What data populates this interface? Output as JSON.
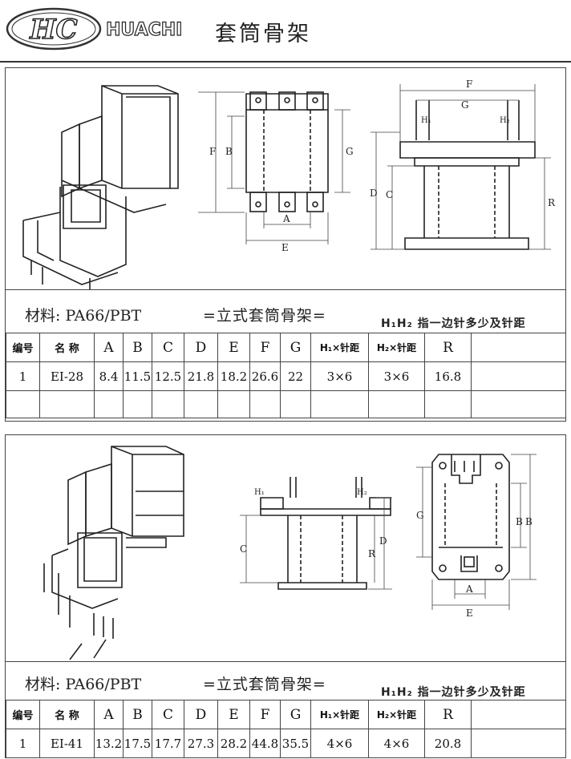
{
  "header": {
    "logo_text": "HC",
    "brand": "HUACHI",
    "title": "套筒骨架"
  },
  "dim_labels": {
    "A": "A",
    "B": "B",
    "C": "C",
    "D": "D",
    "E": "E",
    "F": "F",
    "G": "G",
    "H1": "H₁",
    "H2": "H₂",
    "R": "R"
  },
  "columns": [
    "编号",
    "名 称",
    "A",
    "B",
    "C",
    "D",
    "E",
    "F",
    "G",
    "H₁×针距",
    "H₂×针距",
    "R"
  ],
  "sections": [
    {
      "material": "材料: PA66/PBT",
      "form_title": "=立式套筒骨架=",
      "pin_note": "H₁H₂ 指一边针多少及针距",
      "row": [
        "1",
        "EI-28",
        "8.4",
        "11.5",
        "12.5",
        "21.8",
        "18.2",
        "26.6",
        "22",
        "3×6",
        "3×6",
        "16.8"
      ]
    },
    {
      "material": "材料: PA66/PBT",
      "form_title": "=立式套筒骨架=",
      "pin_note": "H₁H₂ 指一边针多少及针距",
      "row": [
        "1",
        "EI-41",
        "13.2",
        "17.5",
        "17.7",
        "27.3",
        "28.2",
        "44.8",
        "35.5",
        "4×6",
        "4×6",
        "20.8"
      ]
    }
  ]
}
